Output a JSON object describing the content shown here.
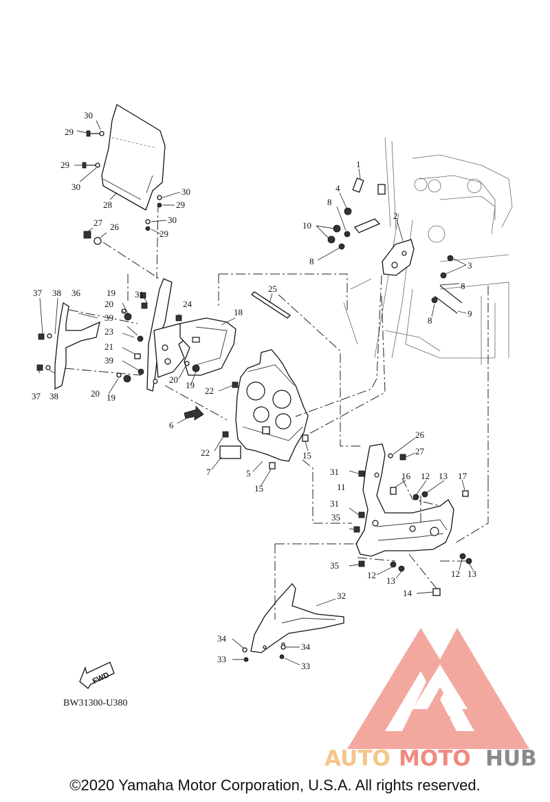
{
  "diagram_code": "BW31300-U380",
  "fwd_label": "FWD",
  "copyright": "©2020 Yamaha Motor Corporation, U.S.A. All rights reserved.",
  "watermark": {
    "text_auto": "AUTO",
    "text_moto": "MOTO",
    "text_hub": "HUB",
    "color_auto": "#f5c58a",
    "color_moto": "#f08a80",
    "color_hub": "#8a8a8a",
    "logo_color": "#f08a80"
  },
  "callouts": [
    "30",
    "29",
    "29",
    "30",
    "28",
    "30",
    "29",
    "30",
    "29",
    "27",
    "26",
    "37",
    "38",
    "36",
    "37",
    "38",
    "31",
    "19",
    "20",
    "39",
    "23",
    "21",
    "39",
    "20",
    "19",
    "24",
    "18",
    "20",
    "19",
    "22",
    "25",
    "6",
    "22",
    "7",
    "5",
    "15",
    "15",
    "1",
    "4",
    "2",
    "8",
    "10",
    "8",
    "3",
    "8",
    "9",
    "8",
    "26",
    "27",
    "31",
    "16",
    "12",
    "13",
    "17",
    "11",
    "31",
    "35",
    "35",
    "12",
    "13",
    "12",
    "13",
    "14",
    "32",
    "34",
    "33",
    "34",
    "33"
  ]
}
